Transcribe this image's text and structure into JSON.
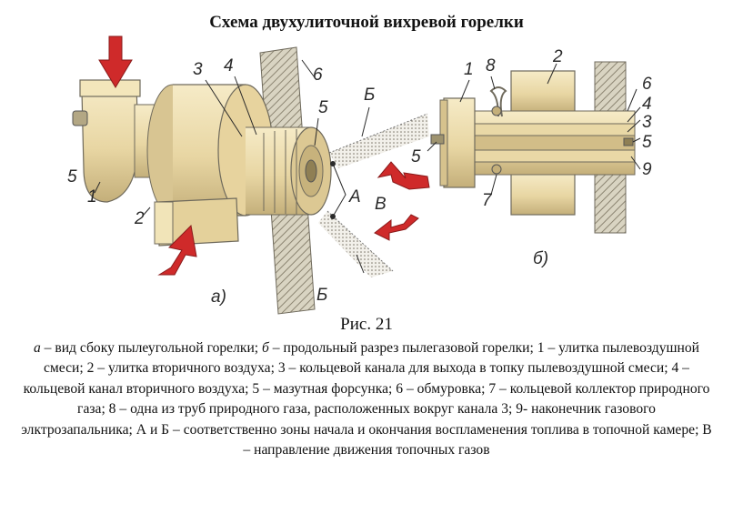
{
  "title": "Схема двухулиточной вихревой горелки",
  "figure_no": "Рис. 21",
  "caption": {
    "a": "а",
    "a_text": " – вид сбоку пылеугольной горелки;  ",
    "b": "б",
    "b_text": " – продольный разрез пылегазовой горелки;  1 – улитка пылевоздушной смеси;  2 – улитка вторичного воздуха; 3 – кольцевой канала для выхода в топку пылевоздушной смеси; 4 – кольцевой канал вторичного воздуха;  5 – мазутная форсунка;  6 – обмуровка; 7 – кольцевой коллектор природного газа; 8 – одна из труб природного газа, расположенных вокруг канала 3; 9- наконечник газового элктрозапальника; А и Б – соответственно зоны начала и окончания воспламенения топлива в топочной камере; В – направление движения топочных газов"
  },
  "left_labels": {
    "n1": "1",
    "n2": "2",
    "n3": "3",
    "n4": "4",
    "n5": "5",
    "n5b": "5",
    "n6": "6",
    "zA": "А",
    "zB_top": "Б",
    "zB_bottom": "Б",
    "zV": "В",
    "view": "а)"
  },
  "right_labels": {
    "n1": "1",
    "n8": "8",
    "n2": "2",
    "n6": "6",
    "n4": "4",
    "n3": "3",
    "n5": "5",
    "n5b": "5",
    "n7": "7",
    "n9": "9",
    "view": "б)"
  },
  "colors": {
    "body": "#ecdcae",
    "shade": "#c9b684",
    "wall": "#bfb9a5",
    "arrow": "#cf2a2a",
    "ink": "#2a2a2a"
  }
}
